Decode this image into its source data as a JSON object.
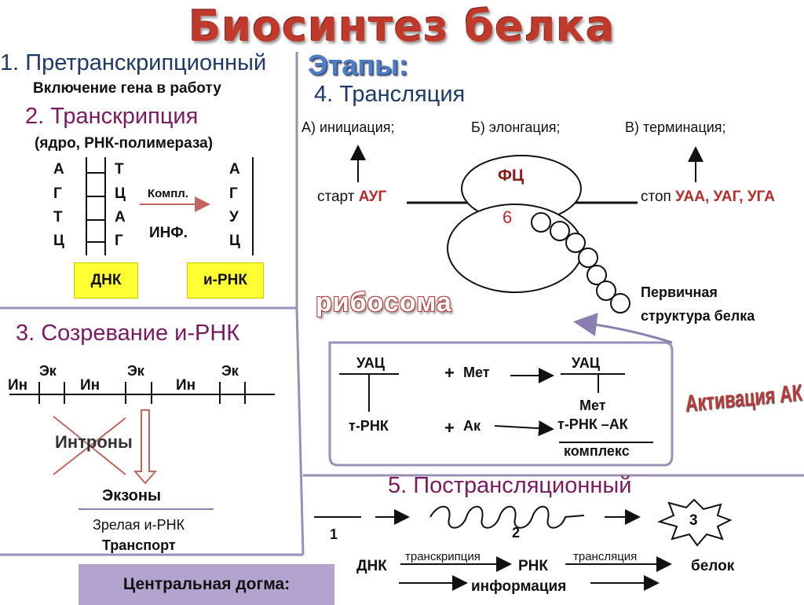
{
  "title": "Биосинтез белка",
  "stage1": {
    "heading": "1. Претранскрипционный",
    "sub": "Включение гена в работу"
  },
  "stage2": {
    "heading": "2. Транскрипция",
    "sub": "(ядро, РНК-полимераза)",
    "dna_left": [
      "А",
      "Г",
      "Т",
      "Ц"
    ],
    "dna_right": [
      "Т",
      "Ц",
      "А",
      "Г"
    ],
    "rna": [
      "А",
      "Г",
      "У",
      "Ц"
    ],
    "arrow_label": "Компл.",
    "inf_label": "ИНФ.",
    "dna_box": "ДНК",
    "rna_box": "и-РНК"
  },
  "stage3": {
    "heading": "3. Созревание и-РНК",
    "ek_labels": [
      "Эк",
      "Эк",
      "Эк"
    ],
    "in_labels": [
      "Ин",
      "Ин",
      "Ин"
    ],
    "introns": "Интроны",
    "exons": "Экзоны",
    "mature": "Зрелая и-РНК",
    "transport": "Транспорт"
  },
  "etapy": "Этапы:",
  "stage4": {
    "heading": "4. Трансляция",
    "phase_a": "А) инициация;",
    "phase_b": "Б) элонгация;",
    "phase_c": "В) терминация;",
    "start_label": "старт ",
    "start_codon": "АУГ",
    "stop_label": "стоп ",
    "stop_codons": "УАА, УАГ, УГА",
    "fc": "ФЦ",
    "six": "6",
    "primary": "Первичная",
    "structure": "структура белка",
    "ribosoma": "рибосома"
  },
  "activation": {
    "label": "Активация АК",
    "uac1": "УАЦ",
    "plus1": "+",
    "met": "Мет",
    "uac2": "УАЦ",
    "met2": "Мет",
    "trna": "т-РНК",
    "plus2": "+",
    "ak": "Ак",
    "complex1": "т-РНК –АК",
    "complex2": "комплекс"
  },
  "stage5": {
    "heading": "5. Пострансляционный",
    "n1": "1",
    "n2": "2",
    "n3": "3"
  },
  "dogma": {
    "label": "Центральная догма:",
    "dnk": "ДНК",
    "transcription": "транскрипция",
    "rnk": "РНК",
    "translation": "трансляция",
    "protein": "белок",
    "information": "информация"
  },
  "colors": {
    "title_red": "#c0392b",
    "heading_blue": "#1f3a66",
    "heading_purple": "#7a1a60",
    "codon_red": "#b52a2a",
    "highlight_yellow": "#ffff33",
    "dogma_box": "#b2a4cf",
    "frame": "#9b8fb8"
  }
}
